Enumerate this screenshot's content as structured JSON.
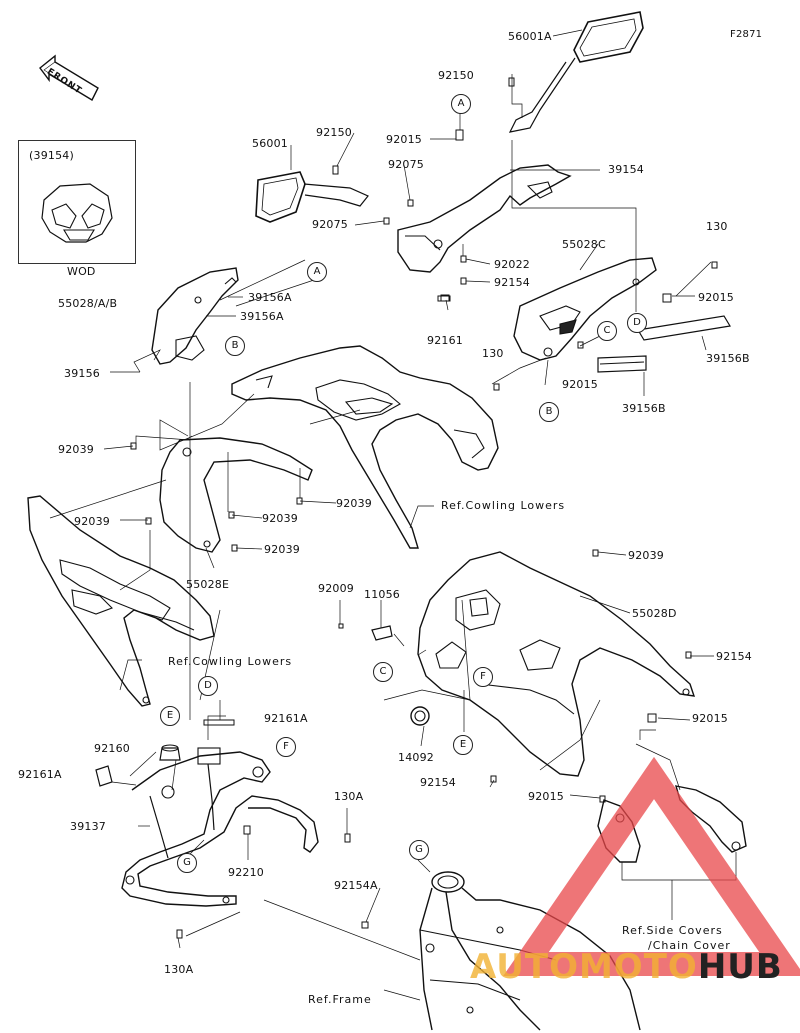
{
  "diagram_id": "F2871",
  "front_label": "FRONT",
  "inset": {
    "title": "(39154)",
    "caption": "WOD"
  },
  "callouts": {
    "A": "A",
    "B": "B",
    "C": "C",
    "D": "D",
    "E": "E",
    "F": "F",
    "G": "G"
  },
  "parts": {
    "p56001A": "56001A",
    "p92150a": "92150",
    "p92150b": "92150",
    "p56001": "56001",
    "p92015a": "92015",
    "p92075a": "92075",
    "p92075b": "92075",
    "p39154": "39154",
    "p92022": "92022",
    "p92154a": "92154",
    "p92161": "92161",
    "p55028ab": "55028/A/B",
    "p39156Aa": "39156A",
    "p39156Ab": "39156A",
    "p39156": "39156",
    "p55028C": "55028C",
    "p130a": "130",
    "p130b": "130",
    "p92015b": "92015",
    "p92015c": "92015",
    "p39156Ba": "39156B",
    "p39156Bb": "39156B",
    "p92039a": "92039",
    "p92039b": "92039",
    "p92039c": "92039",
    "p92039d": "92039",
    "p92039e": "92039",
    "p92039f": "92039",
    "p55028E": "55028E",
    "p92009": "92009",
    "p11056": "11056",
    "p55028D": "55028D",
    "p92154b": "92154",
    "p92015d": "92015",
    "p14092": "14092",
    "p92154c": "92154",
    "p92015e": "92015",
    "p92161A": "92161A",
    "p92160": "92160",
    "p92161Ab": "92161A",
    "p39137": "39137",
    "p92210": "92210",
    "p130A": "130A",
    "p92154A": "92154A",
    "p130Ab": "130A"
  },
  "refs": {
    "cowling_lowers_1": "Ref.Cowling Lowers",
    "cowling_lowers_2": "Ref.Cowling Lowers",
    "side_covers_1": "Ref.Side Covers",
    "side_covers_2": "/Chain Cover",
    "frame": "Ref.Frame"
  },
  "watermark": {
    "part1": "AUTOMOTO",
    "part2": "HUB",
    "color1": "#f2b233",
    "color2": "#222222",
    "triangle": "#e8474a"
  }
}
